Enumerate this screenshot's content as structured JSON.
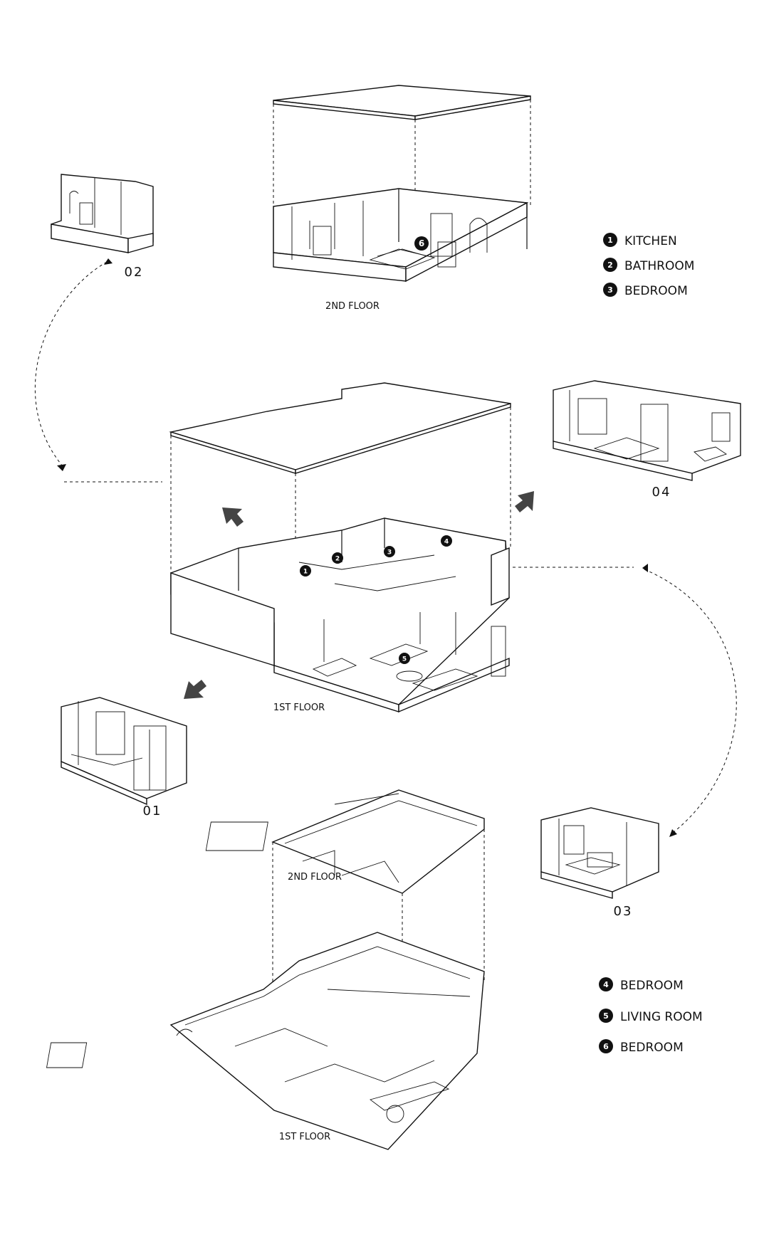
{
  "floor_labels": {
    "top_model_2nd": "2ND FLOOR",
    "main_model_1st": "1ST FLOOR",
    "plan_2nd": "2ND FLOOR",
    "plan_1st": "1ST FLOOR"
  },
  "views": {
    "v01": "01",
    "v02": "02",
    "v03": "03",
    "v04": "04"
  },
  "legend_top": [
    {
      "num": "1",
      "label": "KITCHEN"
    },
    {
      "num": "2",
      "label": "BATHROOM"
    },
    {
      "num": "3",
      "label": "BEDROOM"
    }
  ],
  "legend_bottom": [
    {
      "num": "4",
      "label": "BEDROOM"
    },
    {
      "num": "5",
      "label": "LIVING ROOM"
    },
    {
      "num": "6",
      "label": "BEDROOM"
    }
  ],
  "markers": {
    "m1": "1",
    "m2": "2",
    "m3": "3",
    "m4": "4",
    "m5": "5",
    "m6": "6"
  }
}
